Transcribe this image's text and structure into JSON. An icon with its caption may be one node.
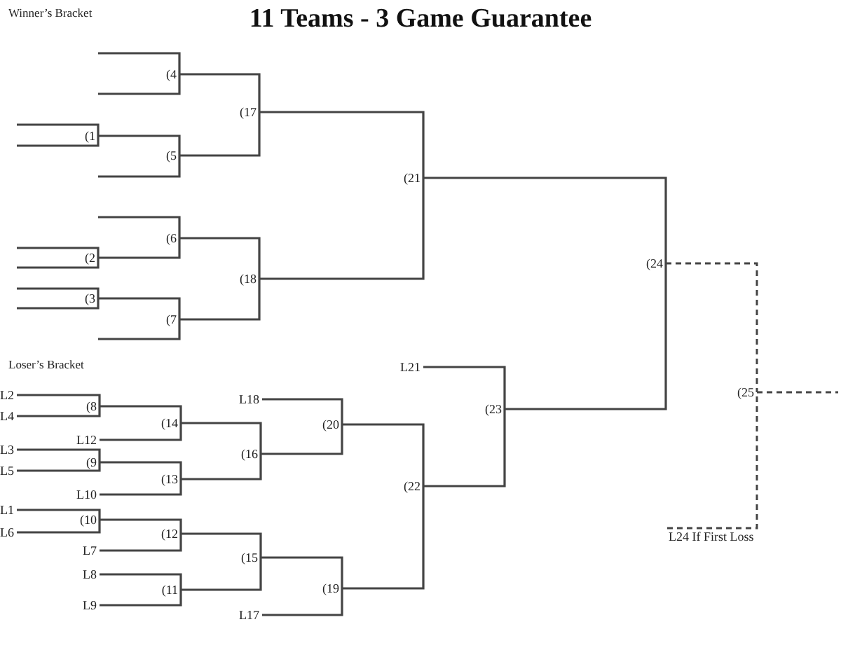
{
  "diagram": {
    "title": "11 Teams - 3 Game Guarantee",
    "nodes": [
      {
        "text": [
          "(4"
        ]
      },
      {
        "text": [
          "(1"
        ]
      },
      {
        "text": [
          "(5"
        ]
      },
      {
        "text": [
          "(17"
        ]
      },
      {
        "text": [
          "(6"
        ]
      },
      {
        "text": [
          "(2"
        ]
      },
      {
        "text": [
          "(3"
        ]
      },
      {
        "text": [
          "(7"
        ]
      },
      {
        "text": [
          "(18"
        ]
      },
      {
        "text": [
          "(21"
        ]
      },
      {
        "text": [
          "(24"
        ]
      },
      {
        "text": [
          "(25"
        ]
      },
      {
        "text": [
          "L24 If First Loss"
        ]
      },
      {
        "text": [
          "L21"
        ]
      },
      {
        "text": [
          "L2"
        ]
      },
      {
        "text": [
          "L4"
        ]
      },
      {
        "text": [
          "(8"
        ]
      },
      {
        "text": [
          "L12"
        ]
      },
      {
        "text": [
          "(14"
        ]
      },
      {
        "text": [
          "L18"
        ]
      },
      {
        "text": [
          "(20"
        ]
      },
      {
        "text": [
          "(16"
        ]
      },
      {
        "text": [
          "L3"
        ]
      },
      {
        "text": [
          "L5"
        ]
      },
      {
        "text": [
          "(9"
        ]
      },
      {
        "text": [
          "L10"
        ]
      },
      {
        "text": [
          "(13"
        ]
      },
      {
        "text": [
          "(23"
        ]
      },
      {
        "text": [
          "(22"
        ]
      },
      {
        "text": [
          "L1"
        ]
      },
      {
        "text": [
          "L6"
        ]
      },
      {
        "text": [
          "(10"
        ]
      },
      {
        "text": [
          "L7"
        ]
      },
      {
        "text": [
          "(12"
        ]
      },
      {
        "text": [
          "(15"
        ]
      },
      {
        "text": [
          "L8"
        ]
      },
      {
        "text": [
          "L9"
        ]
      },
      {
        "text": [
          "(11"
        ]
      },
      {
        "text": [
          "(19"
        ]
      },
      {
        "text": [
          "L17"
        ]
      }
    ],
    "edges": [
      {
        "from": null,
        "to": 0,
        "arrow": "none"
      },
      {
        "from": null,
        "to": 0,
        "arrow": "none"
      },
      {
        "from": null,
        "to": 1,
        "arrow": "none"
      },
      {
        "from": null,
        "to": 1,
        "arrow": "none"
      },
      {
        "from": 1,
        "to": 2,
        "arrow": "none"
      },
      {
        "from": null,
        "to": 2,
        "arrow": "none"
      },
      {
        "from": 0,
        "to": 3,
        "arrow": "none"
      },
      {
        "from": 2,
        "to": 3,
        "arrow": "none"
      },
      {
        "from": null,
        "to": 4,
        "arrow": "none"
      },
      {
        "from": null,
        "to": 5,
        "arrow": "none"
      },
      {
        "from": null,
        "to": 5,
        "arrow": "none"
      },
      {
        "from": 5,
        "to": 4,
        "arrow": "none"
      },
      {
        "from": null,
        "to": 6,
        "arrow": "none"
      },
      {
        "from": null,
        "to": 6,
        "arrow": "none"
      },
      {
        "from": 6,
        "to": 7,
        "arrow": "none"
      },
      {
        "from": null,
        "to": 7,
        "arrow": "none"
      },
      {
        "from": 4,
        "to": 8,
        "arrow": "none"
      },
      {
        "from": 7,
        "to": 8,
        "arrow": "none"
      },
      {
        "from": 3,
        "to": 9,
        "arrow": "none"
      },
      {
        "from": 8,
        "to": 9,
        "arrow": "none"
      },
      {
        "from": 9,
        "to": 10,
        "arrow": "none"
      },
      {
        "from": 27,
        "to": 10,
        "arrow": "none"
      },
      {
        "from": 10,
        "to": 11,
        "arrow": "none",
        "style": "dashed"
      },
      {
        "from": 12,
        "to": 11,
        "arrow": "none",
        "style": "dashed"
      },
      {
        "from": 11,
        "to": null,
        "arrow": "none",
        "style": "dashed"
      },
      {
        "from": 14,
        "to": 16,
        "arrow": "none"
      },
      {
        "from": 15,
        "to": 16,
        "arrow": "none"
      },
      {
        "from": 16,
        "to": 18,
        "arrow": "none"
      },
      {
        "from": 17,
        "to": 18,
        "arrow": "none"
      },
      {
        "from": 22,
        "to": 24,
        "arrow": "none"
      },
      {
        "from": 23,
        "to": 24,
        "arrow": "none"
      },
      {
        "from": 24,
        "to": 26,
        "arrow": "none"
      },
      {
        "from": 25,
        "to": 26,
        "arrow": "none"
      },
      {
        "from": 18,
        "to": 21,
        "arrow": "none"
      },
      {
        "from": 26,
        "to": 21,
        "arrow": "none"
      },
      {
        "from": 19,
        "to": 20,
        "arrow": "none"
      },
      {
        "from": 21,
        "to": 20,
        "arrow": "none"
      },
      {
        "from": 29,
        "to": 31,
        "arrow": "none"
      },
      {
        "from": 30,
        "to": 31,
        "arrow": "none"
      },
      {
        "from": 31,
        "to": 33,
        "arrow": "none"
      },
      {
        "from": 32,
        "to": 33,
        "arrow": "none"
      },
      {
        "from": 35,
        "to": 37,
        "arrow": "none"
      },
      {
        "from": 36,
        "to": 37,
        "arrow": "none"
      },
      {
        "from": 33,
        "to": 34,
        "arrow": "none"
      },
      {
        "from": 37,
        "to": 34,
        "arrow": "none"
      },
      {
        "from": 34,
        "to": 38,
        "arrow": "none"
      },
      {
        "from": 39,
        "to": 38,
        "arrow": "none"
      },
      {
        "from": 20,
        "to": 28,
        "arrow": "none"
      },
      {
        "from": 38,
        "to": 28,
        "arrow": "none"
      },
      {
        "from": 13,
        "to": 27,
        "arrow": "none"
      },
      {
        "from": 28,
        "to": 27,
        "arrow": "none"
      }
    ],
    "labels": [
      "Winner’s Bracket",
      "Loser’s Bracket"
    ]
  }
}
